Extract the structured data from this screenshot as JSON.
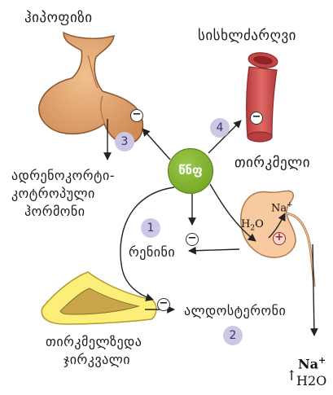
{
  "labels": {
    "pituitary": "ჰიპოფიზი",
    "blood_vessels": "სისხლძარღვი",
    "acth_line1": "ადრენოკორტი-",
    "acth_line2": "კოტროპული",
    "acth_line3": "ჰორმონი",
    "center": "წნფ",
    "kidney": "თირკმელი",
    "renin": "რენინი",
    "aldosterone": "ალდოსტერონი",
    "adrenal_line1": "თირკმელზედა",
    "adrenal_line2": "ჯირკვალი"
  },
  "numbers": {
    "n1": "1",
    "n2": "2",
    "n3": "3",
    "n4": "4"
  },
  "inhibition_symbol": "−",
  "stimulation_symbol": "+",
  "kidney_chem": {
    "na": "Na",
    "na_charge": "+",
    "h2o": "H",
    "h2o_sub": "2",
    "h2o_o": "O"
  },
  "output_chem": {
    "na": "Na",
    "na_charge": "+",
    "arrow": "↑",
    "h2o": "H2O"
  },
  "colors": {
    "center_fill": "#7cb02e",
    "number_fill": "#cdc6e4",
    "pituitary": "#e2a26c",
    "vessel": "#d3504f",
    "kidney": "#f7c99d",
    "adrenal_outer": "#fbef79",
    "adrenal_inner": "#c8a44a"
  }
}
